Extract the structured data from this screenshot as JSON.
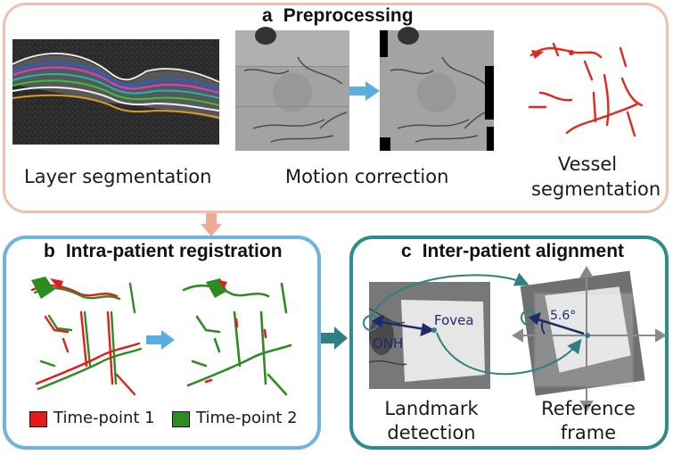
{
  "panel_a": {
    "letter": "a",
    "title": "Preprocessing",
    "layer_caption": "Layer segmentation",
    "motion_caption": "Motion correction",
    "vessel_caption_line1": "Vessel",
    "vessel_caption_line2": "segmentation"
  },
  "panel_b": {
    "letter": "b",
    "title": "Intra-patient registration",
    "legend": [
      {
        "label": "Time-point 1",
        "color": "#e41a1c"
      },
      {
        "label": "Time-point 2",
        "color": "#2e8b22"
      }
    ]
  },
  "panel_c": {
    "letter": "c",
    "title": "Inter-patient alignment",
    "onh_label": "ONH",
    "fovea_label": "Fovea",
    "angle_label": "5.6°",
    "landmark_caption_line1": "Landmark",
    "landmark_caption_line2": "detection",
    "reference_caption_line1": "Reference",
    "reference_caption_line2": "frame"
  },
  "colors": {
    "panel_a_border": "#f2bfae",
    "panel_b_border": "#6fb3df",
    "panel_c_border": "#2f8c8c",
    "arrow_blue": "#5aaedd",
    "arrow_teal": "#2f8080",
    "arrow_salmon": "#f0a898",
    "landmark_navy": "#1f2a6b"
  }
}
